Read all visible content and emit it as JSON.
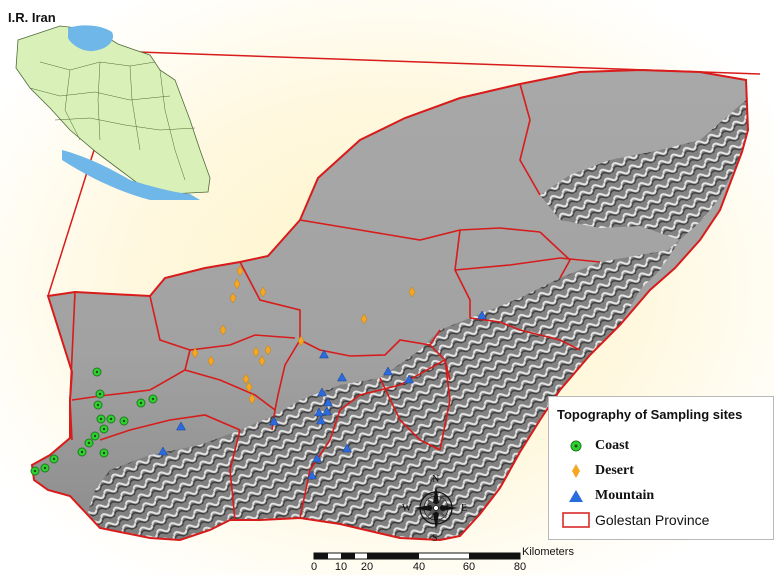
{
  "inset": {
    "title": "I.R. Iran"
  },
  "legend": {
    "title": "Topography of Sampling sites",
    "items": [
      {
        "label": "Coast",
        "symbol": "green-circle-icon",
        "color": "#2fd12f"
      },
      {
        "label": "Desert",
        "symbol": "orange-diamond-icon",
        "color": "#f5a623"
      },
      {
        "label": "Mountain",
        "symbol": "blue-triangle-icon",
        "color": "#2a6be0"
      },
      {
        "label": "Golestan Province",
        "symbol": "red-rectangle-icon",
        "color": "#d81b1b"
      }
    ]
  },
  "compass": {
    "n": "N",
    "s": "S",
    "e": "E",
    "w": "W"
  },
  "scale": {
    "unit": "Kilometers",
    "ticks": [
      "0",
      "10",
      "20",
      "40",
      "60",
      "80"
    ]
  },
  "colors": {
    "boundary": "#d81b1b",
    "terrain": "#a9a9a9",
    "iran_fill": "#d9f0b8",
    "sea": "#6fb7e8"
  }
}
